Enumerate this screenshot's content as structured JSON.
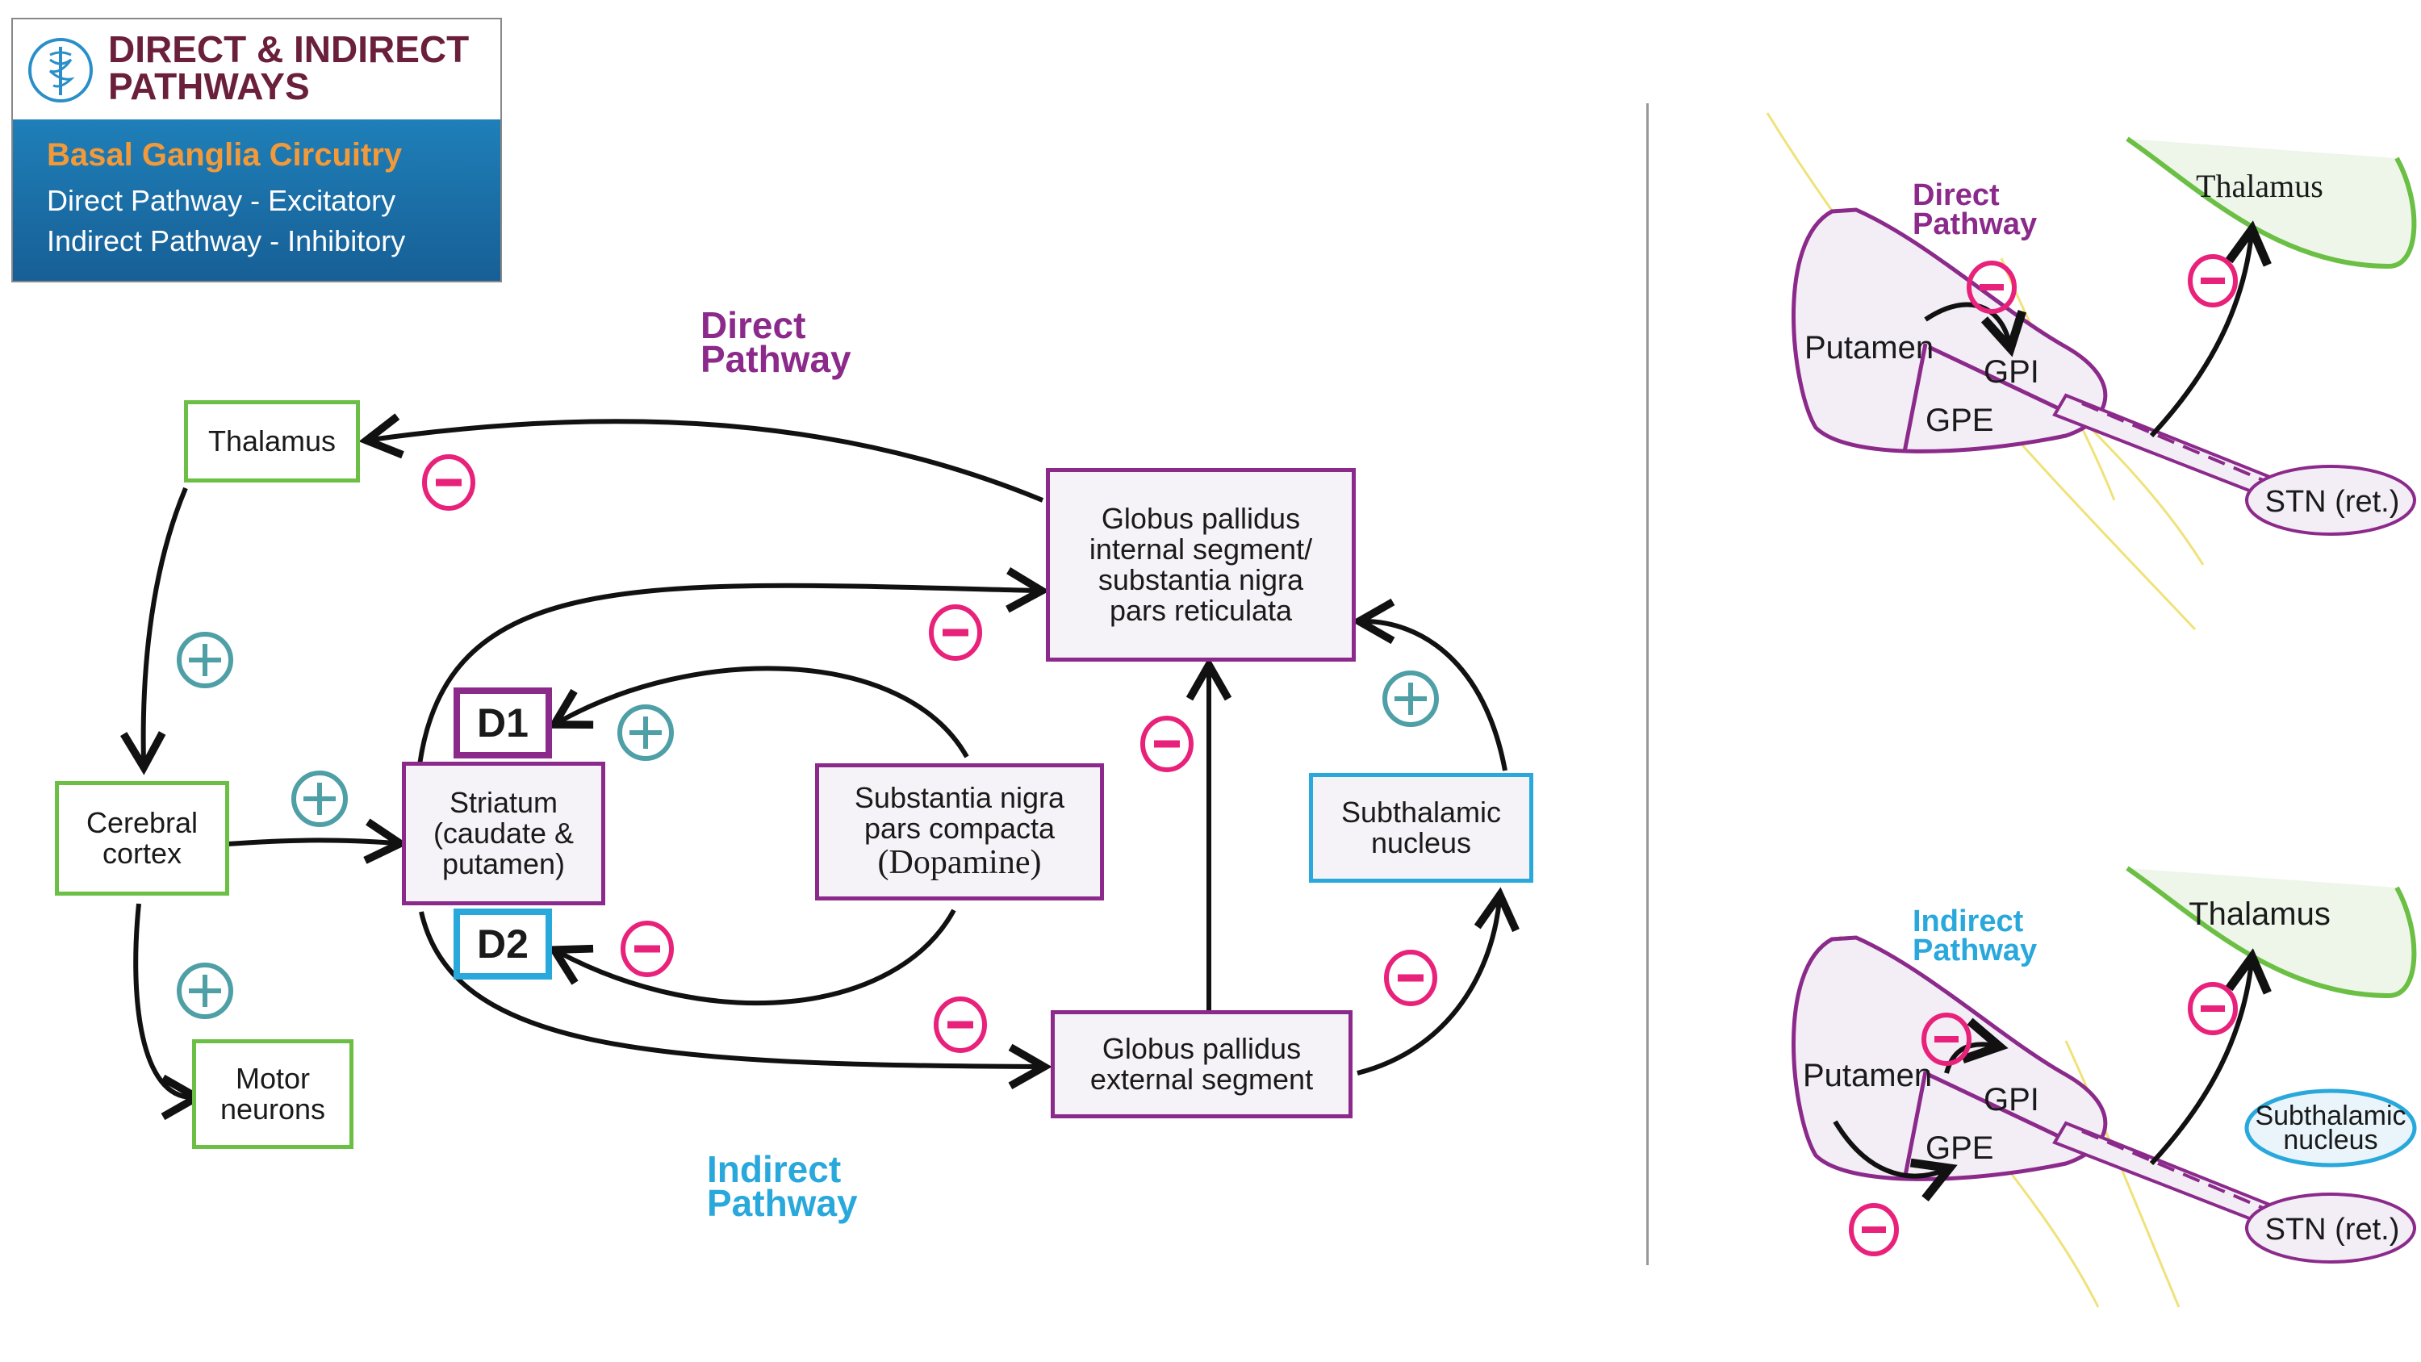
{
  "header": {
    "title": "DIRECT & INDIRECT\nPATHWAYS",
    "subtitle": "Basal Ganglia Circuitry",
    "line1": "Direct Pathway - Excitatory",
    "line2": "Indirect Pathway - Inhibitory",
    "logo_icon": "caduceus-icon"
  },
  "diagram": {
    "direct_label": "Direct\nPathway",
    "indirect_label": "Indirect\nPathway",
    "thalamus": "Thalamus",
    "cortex": "Cerebral\ncortex",
    "motor": "Motor\nneurons",
    "striatum": "Striatum\n(caudate &\nputamen)",
    "d1": "D1",
    "d2": "D2",
    "snc_line1": "Substantia nigra\npars compacta",
    "snc_line2": "(Dopamine)",
    "gpi": "Globus pallidus\ninternal segment/\nsubstantia nigra\npars reticulata",
    "gpe": "Globus pallidus\nexternal segment",
    "stn": "Subthalamic\nnucleus",
    "plus": "+",
    "minus": "−"
  },
  "right_top": {
    "label_line1": "Direct",
    "label_line2": "Pathway",
    "thalamus": "Thalamus",
    "putamen": "Putamen",
    "gpi": "GPI",
    "gpe": "GPE",
    "stn": "STN (ret.)"
  },
  "right_bottom": {
    "label_line1": "Indirect",
    "label_line2": "Pathway",
    "thalamus": "Thalamus",
    "putamen": "Putamen",
    "gpi": "GPI",
    "gpe": "GPE",
    "stn": "STN (ret.)",
    "subthalamic_line1": "Subthalamic",
    "subthalamic_line2": "nucleus"
  },
  "colors": {
    "purple": "#8b2a8a",
    "blue": "#29a8dc",
    "green": "#6cbf45",
    "pink": "#e8227a",
    "teal": "#4e9fa6",
    "header_title": "#6a1f3a",
    "header_orange": "#f29a3a"
  }
}
